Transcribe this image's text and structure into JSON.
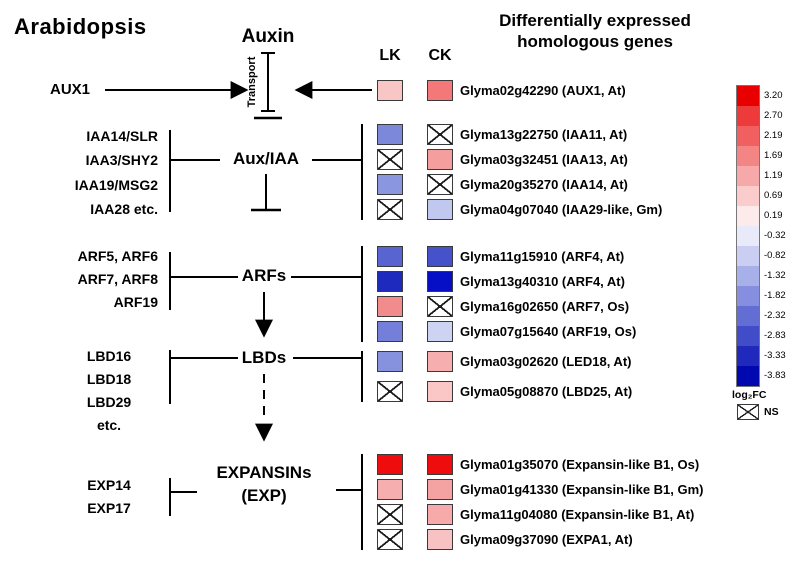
{
  "title": "Arabidopsis",
  "right_header": {
    "line1": "Differentially expressed",
    "line2": "homologous genes"
  },
  "columns": {
    "lk": "LK",
    "ck": "CK"
  },
  "pathway": {
    "auxin": "Auxin",
    "transport": "Transport",
    "aux_iaa": "Aux/IAA",
    "arfs": "ARFs",
    "lbds": "LBDs",
    "expansins": "EXPANSINs",
    "expansins_sub": "(EXP)"
  },
  "left_labels": {
    "aux1": "AUX1",
    "iaa": [
      "IAA14/SLR",
      "IAA3/SHY2",
      "IAA19/MSG2",
      "IAA28 etc."
    ],
    "arf": [
      "ARF5, ARF6",
      "ARF7, ARF8",
      "ARF19"
    ],
    "lbd": [
      "LBD16",
      "LBD18",
      "LBD29",
      "etc."
    ],
    "exp": [
      "EXP14",
      "EXP17"
    ]
  },
  "genes": [
    {
      "group": "aux1",
      "label": "Glyma02g42290 (AUX1, At)",
      "lk": {
        "ns": false,
        "color": "#F9C6C6"
      },
      "ck": {
        "ns": false,
        "color": "#F47878"
      }
    },
    {
      "group": "iaa",
      "label": "Glyma13g22750 (IAA11, At)",
      "lk": {
        "ns": false,
        "color": "#7C88DA"
      },
      "ck": {
        "ns": true,
        "color": "#FFFFFF"
      }
    },
    {
      "group": "iaa",
      "label": "Glyma03g32451 (IAA13, At)",
      "lk": {
        "ns": true,
        "color": "#FFFFFF"
      },
      "ck": {
        "ns": false,
        "color": "#F59E9E"
      }
    },
    {
      "group": "iaa",
      "label": "Glyma20g35270 (IAA14, At)",
      "lk": {
        "ns": false,
        "color": "#8A96E0"
      },
      "ck": {
        "ns": true,
        "color": "#FFFFFF"
      }
    },
    {
      "group": "iaa",
      "label": "Glyma04g07040 (IAA29-like, Gm)",
      "lk": {
        "ns": true,
        "color": "#FFFFFF"
      },
      "ck": {
        "ns": false,
        "color": "#C0C8EF"
      }
    },
    {
      "group": "arf",
      "label": "Glyma11g15910 (ARF4, At)",
      "lk": {
        "ns": false,
        "color": "#5864D0"
      },
      "ck": {
        "ns": false,
        "color": "#4652CA"
      }
    },
    {
      "group": "arf",
      "label": "Glyma13g40310 (ARF4, At)",
      "lk": {
        "ns": false,
        "color": "#1E2ABE"
      },
      "ck": {
        "ns": false,
        "color": "#060FC6"
      }
    },
    {
      "group": "arf",
      "label": "Glyma16g02650 (ARF7, Os)",
      "lk": {
        "ns": false,
        "color": "#F28C8C"
      },
      "ck": {
        "ns": true,
        "color": "#FFFFFF"
      }
    },
    {
      "group": "arf",
      "label": "Glyma07g15640 (ARF19, Os)",
      "lk": {
        "ns": false,
        "color": "#737FD9"
      },
      "ck": {
        "ns": false,
        "color": "#CCD3F3"
      }
    },
    {
      "group": "lbd",
      "label": "Glyma03g02620 (LED18, At)",
      "lk": {
        "ns": false,
        "color": "#8692DE"
      },
      "ck": {
        "ns": false,
        "color": "#F7AEAE"
      }
    },
    {
      "group": "lbd",
      "label": "Glyma05g08870 (LBD25, At)",
      "lk": {
        "ns": true,
        "color": "#FFFFFF"
      },
      "ck": {
        "ns": false,
        "color": "#FAC6C6"
      }
    },
    {
      "group": "exp",
      "label": "Glyma01g35070 (Expansin-like B1, Os)",
      "lk": {
        "ns": false,
        "color": "#EE0C0C"
      },
      "ck": {
        "ns": false,
        "color": "#EE0C0C"
      }
    },
    {
      "group": "exp",
      "label": "Glyma01g41330 (Expansin-like B1, Gm)",
      "lk": {
        "ns": false,
        "color": "#F7AEAE"
      },
      "ck": {
        "ns": false,
        "color": "#F5A2A2"
      }
    },
    {
      "group": "exp",
      "label": "Glyma11g04080 (Expansin-like B1, At)",
      "lk": {
        "ns": true,
        "color": "#FFFFFF"
      },
      "ck": {
        "ns": false,
        "color": "#F6AAAA"
      }
    },
    {
      "group": "exp",
      "label": "Glyma09g37090 (EXPA1, At)",
      "lk": {
        "ns": true,
        "color": "#FFFFFF"
      },
      "ck": {
        "ns": false,
        "color": "#F9C2C2"
      }
    }
  ],
  "legend": {
    "title": "log₂FC",
    "ns_label": "NS",
    "steps": [
      {
        "value": "3.20",
        "color": "#E80000"
      },
      {
        "value": "2.70",
        "color": "#ED3A3A"
      },
      {
        "value": "2.19",
        "color": "#F16060"
      },
      {
        "value": "1.69",
        "color": "#F48585"
      },
      {
        "value": "1.19",
        "color": "#F7A8A8"
      },
      {
        "value": "0.69",
        "color": "#FACCCC"
      },
      {
        "value": "0.19",
        "color": "#FDEAEA"
      },
      {
        "value": "-0.32",
        "color": "#E8EAFA"
      },
      {
        "value": "-0.82",
        "color": "#C9CEF2"
      },
      {
        "value": "-1.32",
        "color": "#A8B0E9"
      },
      {
        "value": "-1.82",
        "color": "#868FDF"
      },
      {
        "value": "-2.32",
        "color": "#636ED4"
      },
      {
        "value": "-2.83",
        "color": "#414CC8"
      },
      {
        "value": "-3.33",
        "color": "#2029BC"
      },
      {
        "value": "-3.83",
        "color": "#0008B0"
      }
    ]
  }
}
